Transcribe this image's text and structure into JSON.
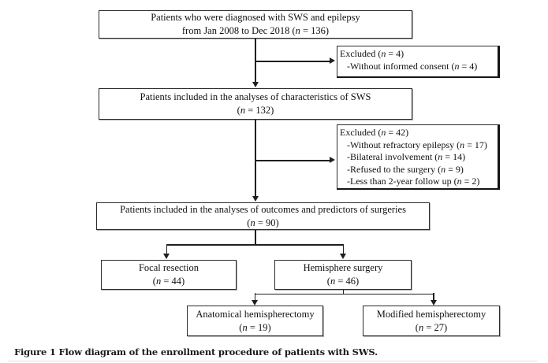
{
  "figure": {
    "caption": "Figure 1 Flow diagram of the enrollment procedure of patients with SWS.",
    "nodes": {
      "enrolled": {
        "line1": "Patients who were diagnosed with SWS and epilepsy",
        "line2": "from Jan 2008 to Dec 2018 (n = 136)"
      },
      "excluded1": {
        "title": "Excluded (n = 4)",
        "items": [
          "-Without informed consent (n = 4)"
        ]
      },
      "characteristics": {
        "line1": "Patients included in the analyses of characteristics of SWS",
        "line2": "(n = 132)"
      },
      "excluded2": {
        "title": "Excluded (n = 42)",
        "items": [
          "-Without refractory epilepsy (n = 17)",
          "-Bilateral involvement (n = 14)",
          "-Refused to the surgery (n = 9)",
          "-Less than 2-year follow up (n = 2)"
        ]
      },
      "outcomes": {
        "line1": "Patients included in the analyses of outcomes and predictors of surgeries",
        "line2": "(n = 90)"
      },
      "focal": {
        "line1": "Focal resection",
        "line2": "(n = 44)"
      },
      "hemisphere": {
        "line1": "Hemisphere surgery",
        "line2": "(n = 46)"
      },
      "anatomical": {
        "line1": "Anatomical hemispherectomy",
        "line2": "(n = 19)"
      },
      "modified": {
        "line1": "Modified hemispherectomy",
        "line2": "(n = 27)"
      }
    },
    "colors": {
      "line": "#1f1f1f",
      "border": "#2b2b2b",
      "text": "#111111",
      "background": "#ffffff"
    }
  }
}
